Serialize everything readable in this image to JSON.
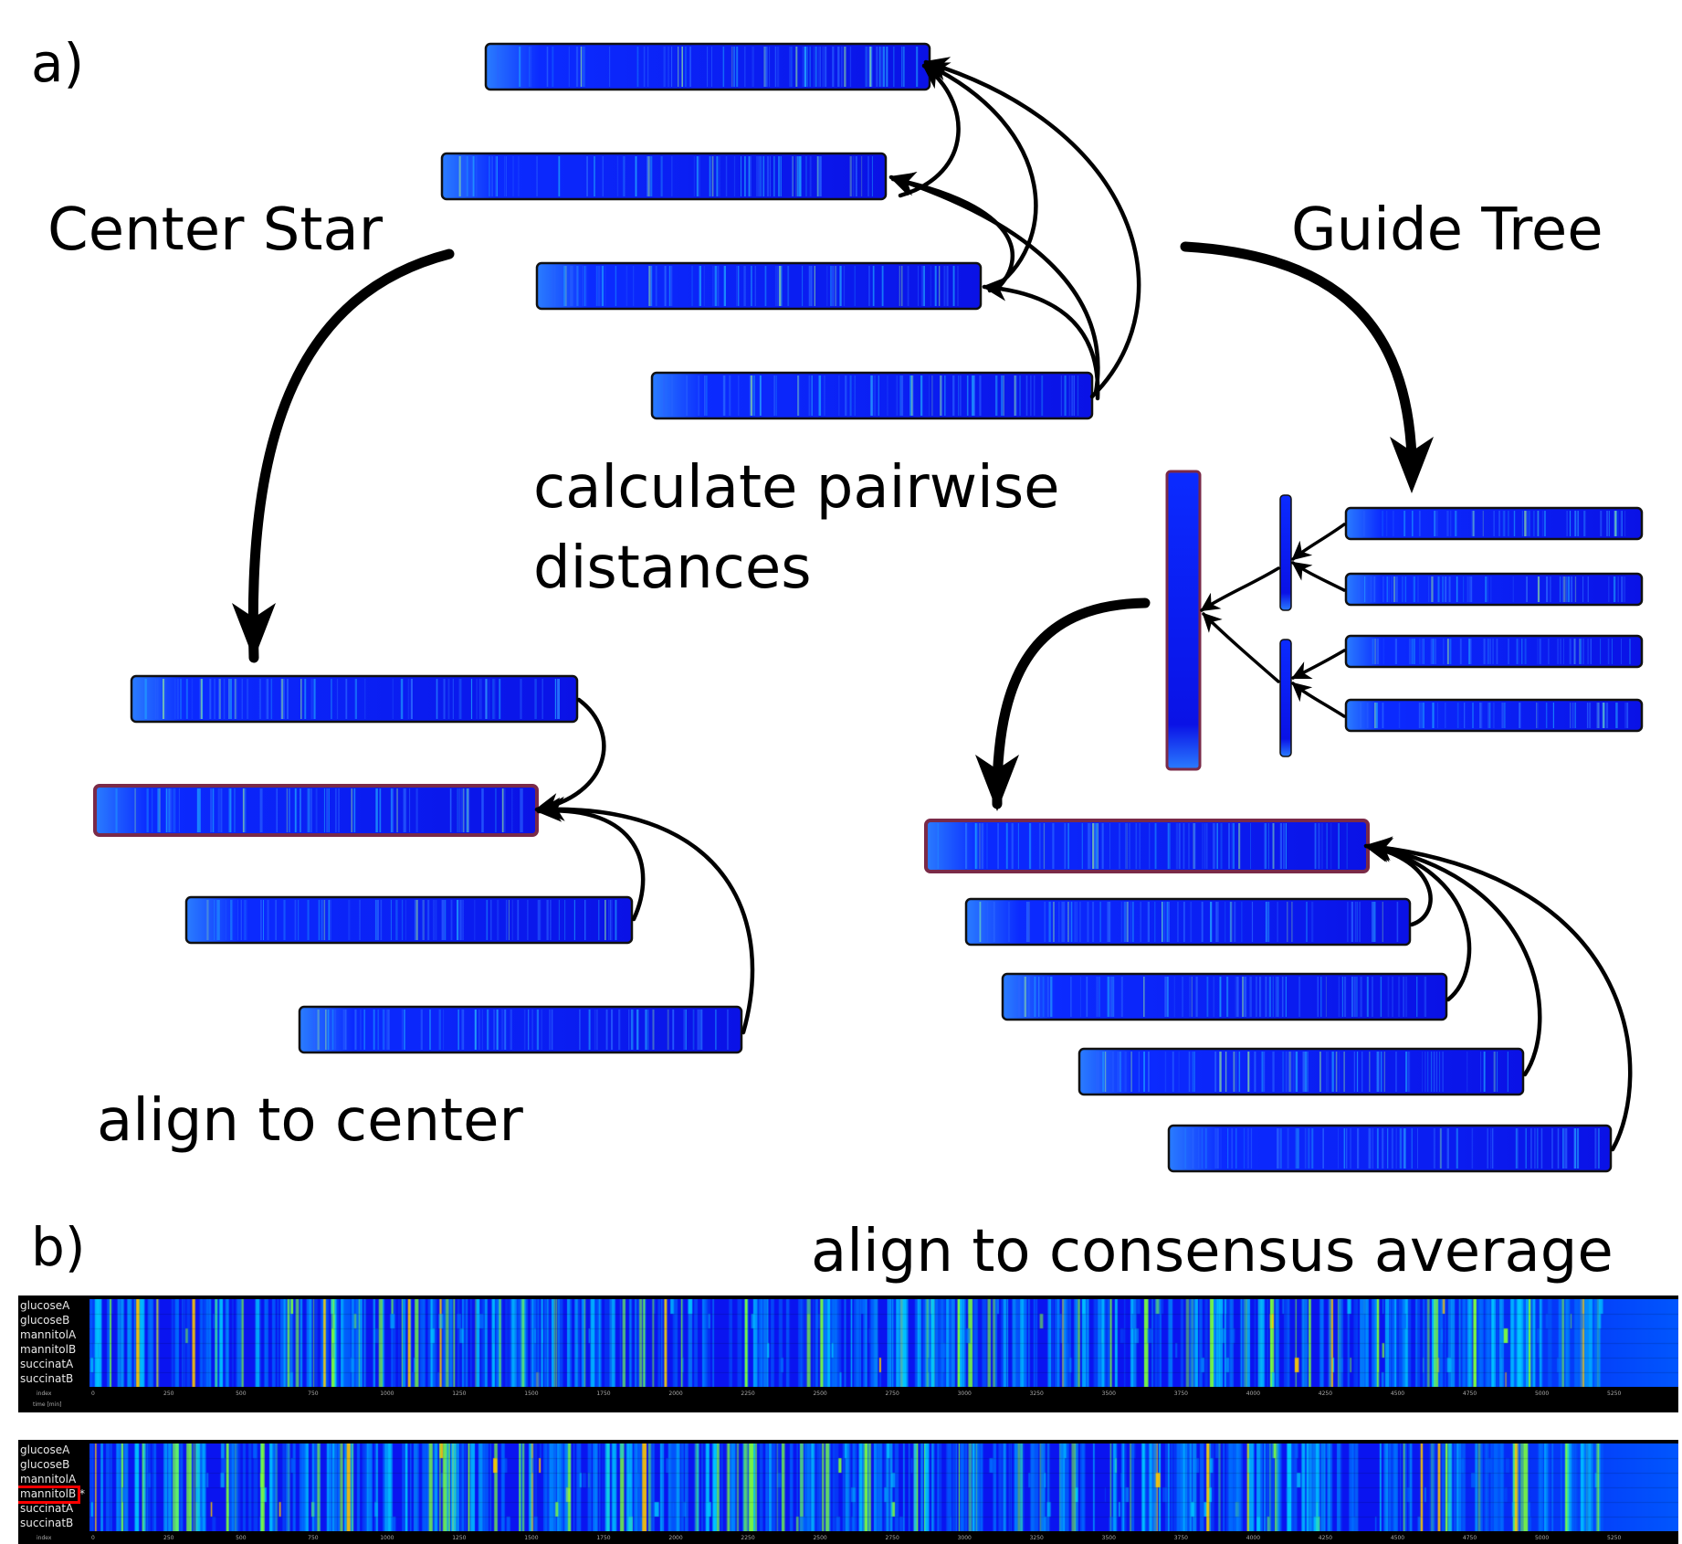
{
  "labels": {
    "panel_a": "a)",
    "panel_b": "b)",
    "center_star": "Center Star",
    "guide_tree": "Guide Tree",
    "pairwise_line1": "calculate pairwise",
    "pairwise_line2": "distances",
    "align_center": "align to center",
    "align_consensus": "align to consensus average"
  },
  "panels": [
    {
      "rows": [
        "glucoseA",
        "glucoseB",
        "mannitolA",
        "mannitolB",
        "succinatA",
        "succinatB"
      ],
      "index_label": "index",
      "time_label": "time [min]",
      "index_ticks": [
        "0",
        "250",
        "500",
        "750",
        "1000",
        "1250",
        "1500",
        "1750",
        "2000",
        "2250",
        "2500",
        "2750",
        "3000",
        "3250",
        "3500",
        "3750",
        "4000",
        "4250",
        "4500",
        "4750",
        "5000",
        "5250"
      ]
    },
    {
      "rows": [
        "glucoseA",
        "glucoseB",
        "mannitolA",
        "mannitolB *",
        "succinatA",
        "succinatB"
      ],
      "selected_row": "mannitolB *",
      "index_label": "index",
      "index_ticks": [
        "0",
        "250",
        "500",
        "750",
        "1000",
        "1250",
        "1500",
        "1750",
        "2000",
        "2250",
        "2500",
        "2750",
        "3000",
        "3250",
        "3500",
        "3750",
        "4000",
        "4250",
        "4500",
        "4750",
        "5000",
        "5250"
      ]
    }
  ],
  "colors": {
    "heat_base": "#0a14f0",
    "heat_cyan": "#00c8ff",
    "heat_green": "#7dff3c",
    "heat_yellow": "#ffd200",
    "center_border": "#7a2a48",
    "selection_box": "#ff0000"
  }
}
